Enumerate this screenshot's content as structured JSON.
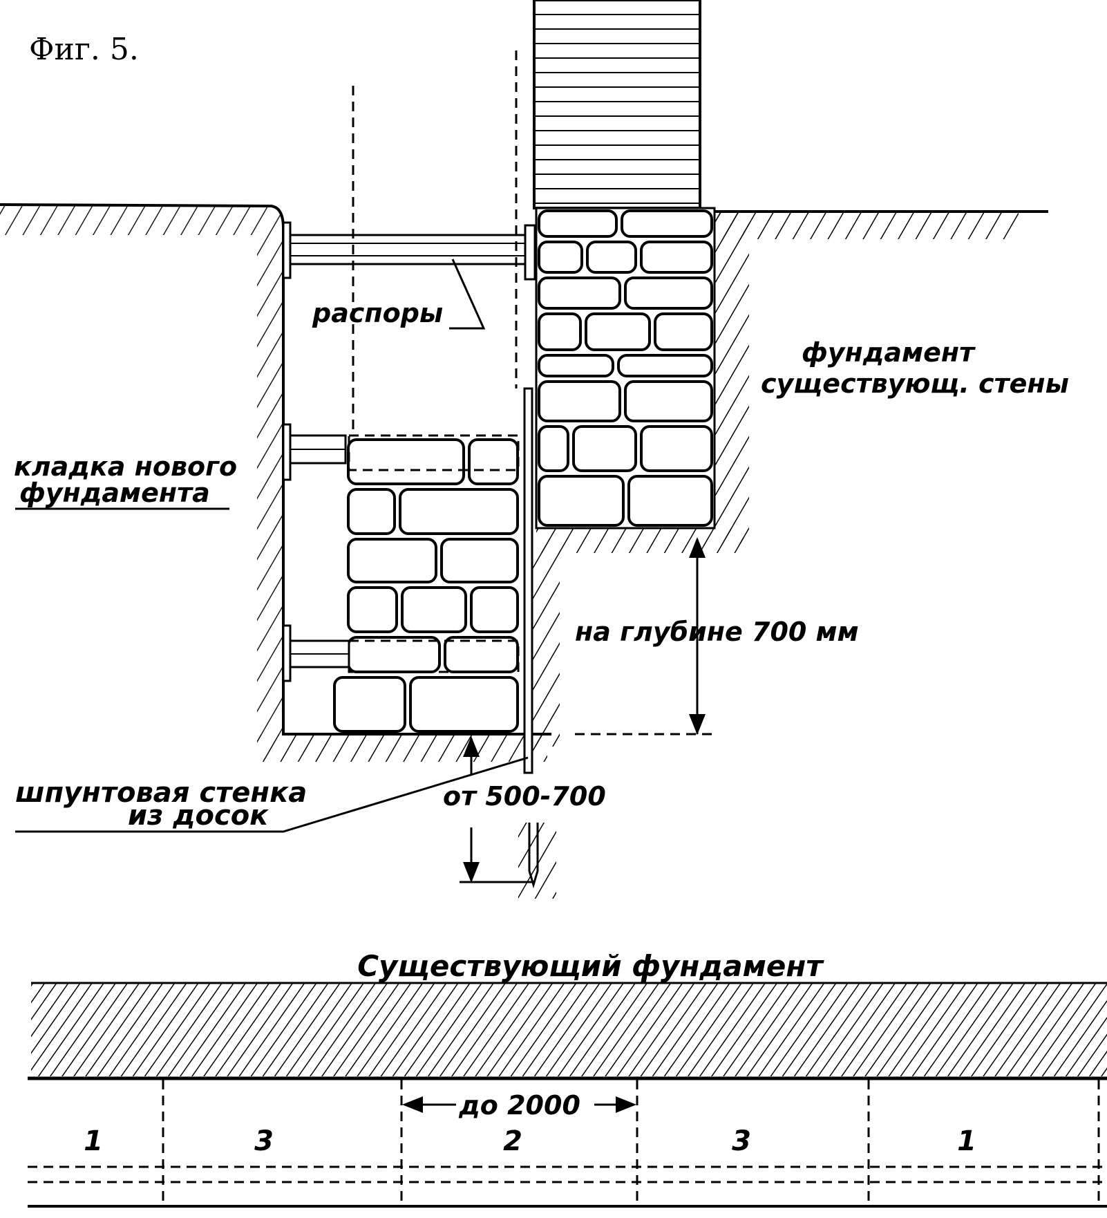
{
  "figure_label": "Фиг. 5.",
  "section": {
    "struts_label": "распоры",
    "existing_foundation_label_line1": "фундамент",
    "existing_foundation_label_line2": "существующ. стены",
    "new_masonry_label_line1": "кладка нового",
    "new_masonry_label_line2": "фундамента",
    "depth_label": "на глубине 700 мм",
    "sheet_pile_label_line1": "шпунтовая стенка",
    "sheet_pile_label_line2": "из досок",
    "embed_label": "от 500-700"
  },
  "plan": {
    "title": "Существующий фундамент",
    "span_label": "до 2000",
    "sections": [
      "1",
      "3",
      "2",
      "3",
      "1"
    ]
  }
}
